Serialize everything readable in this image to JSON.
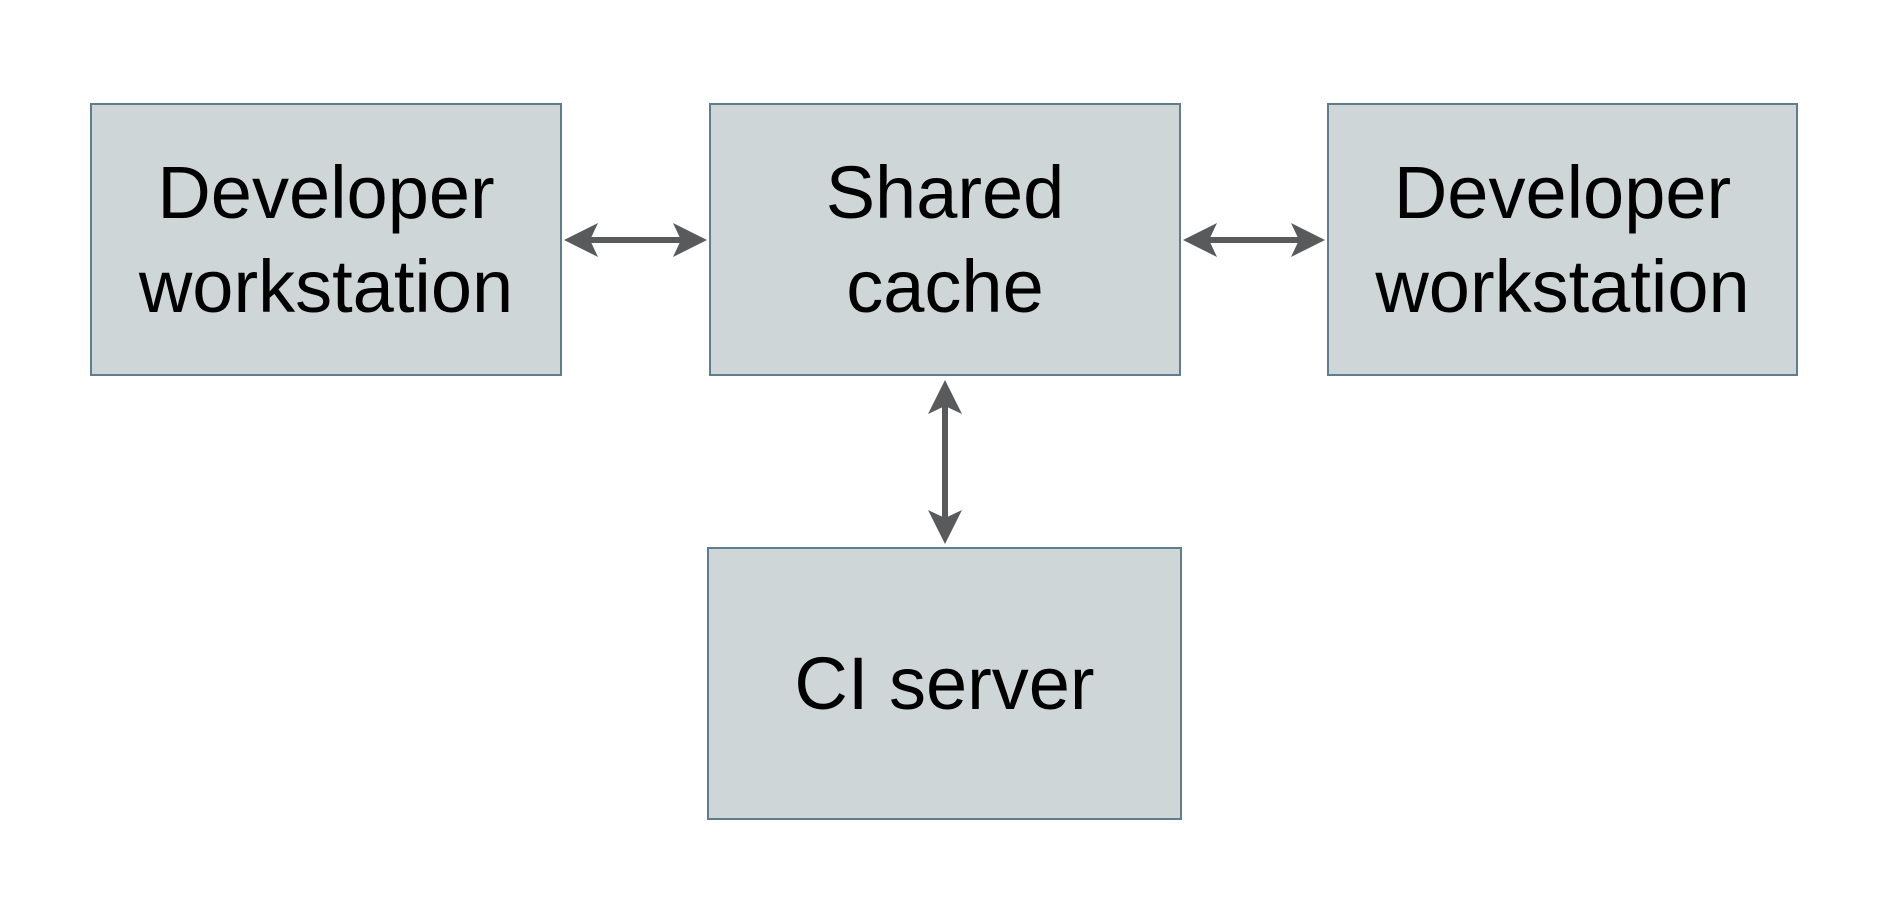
{
  "diagram": {
    "nodes": [
      {
        "id": "developer-workstation-left",
        "label": "Developer workstation",
        "label_lines": [
          "Developer",
          "workstation"
        ]
      },
      {
        "id": "shared-cache",
        "label": "Shared cache",
        "label_lines": [
          "Shared",
          "cache"
        ]
      },
      {
        "id": "developer-workstation-right",
        "label": "Developer workstation",
        "label_lines": [
          "Developer",
          "workstation"
        ]
      },
      {
        "id": "ci-server",
        "label": "CI server",
        "label_lines": [
          "CI server"
        ]
      }
    ],
    "edges": [
      {
        "from": "developer-workstation-left",
        "to": "shared-cache",
        "direction": "bidirectional",
        "orientation": "horizontal"
      },
      {
        "from": "shared-cache",
        "to": "developer-workstation-right",
        "direction": "bidirectional",
        "orientation": "horizontal"
      },
      {
        "from": "shared-cache",
        "to": "ci-server",
        "direction": "bidirectional",
        "orientation": "vertical"
      }
    ]
  },
  "colors": {
    "box-fill": "#ced6d8",
    "box-border": "#5f7d8c",
    "arrow": "#595a5c",
    "text": "#000000",
    "background": "#ffffff"
  }
}
